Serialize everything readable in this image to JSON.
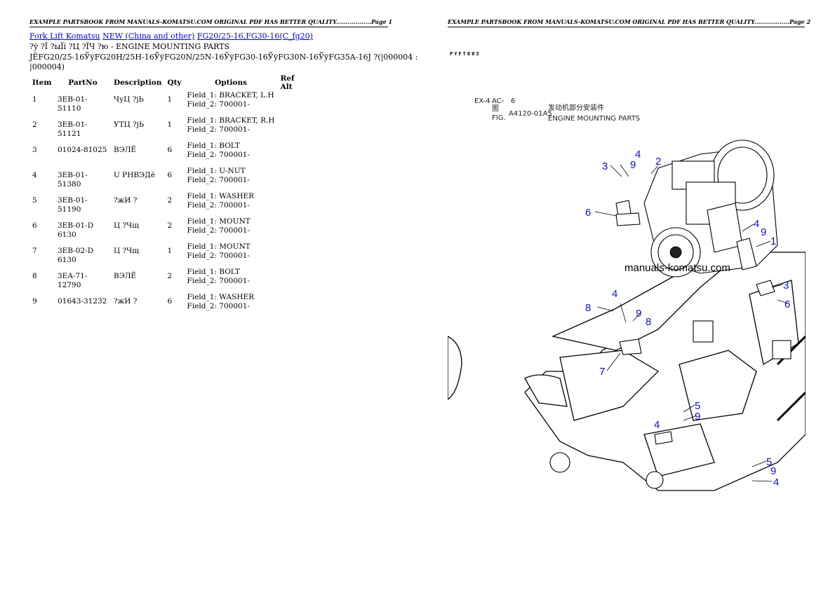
{
  "page1_header": "EXAMPLE PARTSBOOK FROM MANUALS-KOMATSU.COM ORIGINAL PDF HAS BETTER QUALITY..................Page 1",
  "page2_header": "EXAMPLE PARTSBOOK FROM MANUALS-KOMATSU.COM ORIGINAL PDF HAS BETTER QUALITY..................Page 2",
  "breadcrumb": {
    "item1": "Fork Lift Komatsu",
    "item2": "NEW (China and other)",
    "item3": "FG20/25-16,FG30-16(C_fg20)"
  },
  "section_title": "?ў ?Ї ?ыЇї ?Ц ?ЇЧ ?ю - ENGINE MOUNTING PARTS",
  "serial_line1": "JЁFG20/25-16ЎўFG20H/25H-16ЎўFG20N/25N-16ЎўFG30-16ЎўFG30N-16ЎўFG35A-16J ?(|000004 :",
  "serial_line2": "|000004)",
  "table": {
    "headers": [
      "Item",
      "PartNo",
      "Description",
      "Qty",
      "Options",
      "Ref Alt"
    ],
    "rows": [
      {
        "item": "1",
        "partno": "3EB-01-51110",
        "desc": "ЧуЦ ?jЬ",
        "qty": "1",
        "opt1": "Field_1: BRACKET, L.H",
        "opt2": "Field_2: 700001-"
      },
      {
        "item": "2",
        "partno": "3EB-01-51121",
        "desc": "УТЦ ?jЬ",
        "qty": "1",
        "opt1": "Field_1: BRACKET, R.H",
        "opt2": "Field_2: 700001-"
      },
      {
        "item": "3",
        "partno": "01024-81025",
        "desc": "ВЭЛЁ",
        "qty": "6",
        "opt1": "Field_1: BOLT",
        "opt2": "Field_2: 700001-"
      },
      {
        "item": "4",
        "partno": "3EB-01-51380",
        "desc": "U РНВЭДё",
        "qty": "6",
        "opt1": "Field_1: U-NUT",
        "opt2": "Field_2: 700001-"
      },
      {
        "item": "5",
        "partno": "3EB-01-51190",
        "desc": "?жИ ?",
        "qty": "2",
        "opt1": "Field_1: WASHER",
        "opt2": "Field_2: 700001-"
      },
      {
        "item": "6",
        "partno": "3EB-01-D 6130",
        "desc": "Ц ?Чщ",
        "qty": "2",
        "opt1": "Field_1: MOUNT",
        "opt2": "Field_2: 700001-"
      },
      {
        "item": "7",
        "partno": "3EB-02-D 6130",
        "desc": "Ц ?Чщ",
        "qty": "1",
        "opt1": "Field_1: MOUNT",
        "opt2": "Field_2: 700001-"
      },
      {
        "item": "8",
        "partno": "3EA-71-12790",
        "desc": "ВЭЛЁ",
        "qty": "2",
        "opt1": "Field_1: BOLT",
        "opt2": "Field_2: 700001-"
      },
      {
        "item": "9",
        "partno": "01643-31232",
        "desc": "?жИ ?",
        "qty": "6",
        "opt1": "Field_1: WASHER",
        "opt2": "Field_2: 700001-"
      }
    ]
  },
  "figure": {
    "code": "PYFT003",
    "label_a1": "EX-4",
    "label_a2": "AC-",
    "label_a3": "6",
    "label_b1": "图",
    "label_b2": "FIG.",
    "fig_no": "A4120-01A5",
    "title_cn": "发动机部分安装件",
    "title_en": "ENGINE MOUNTING PARTS",
    "watermark": "manuals-komatsu.com",
    "callouts": [
      "4",
      "2",
      "3",
      "9",
      "6",
      "4",
      "9",
      "1",
      "3",
      "6",
      "4",
      "8",
      "9",
      "8",
      "7",
      "5",
      "9",
      "4",
      "5",
      "9",
      "4"
    ]
  }
}
